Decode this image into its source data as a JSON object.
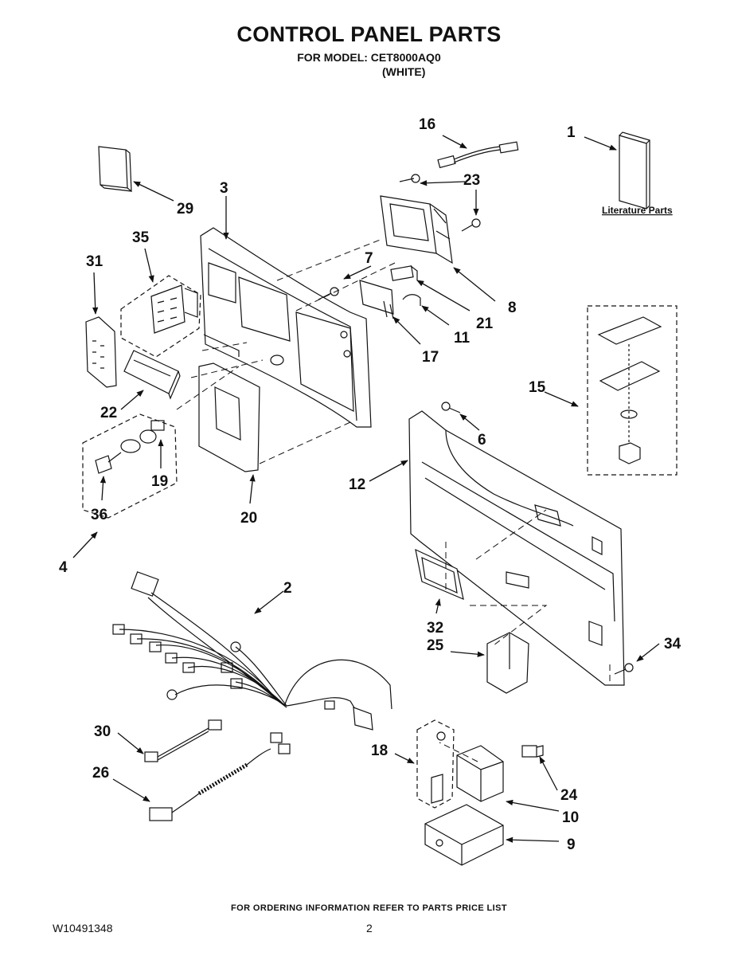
{
  "header": {
    "title": "CONTROL PANEL PARTS",
    "model_line": "FOR MODEL: CET8000AQ0",
    "color_line": "(WHITE)"
  },
  "callouts": {
    "c1": "1",
    "c2": "2",
    "c3": "3",
    "c4": "4",
    "c6": "6",
    "c7": "7",
    "c8": "8",
    "c9": "9",
    "c10": "10",
    "c11": "11",
    "c12": "12",
    "c15": "15",
    "c16": "16",
    "c17": "17",
    "c18": "18",
    "c19": "19",
    "c20": "20",
    "c21": "21",
    "c22": "22",
    "c23": "23",
    "c24": "24",
    "c25": "25",
    "c26": "26",
    "c29": "29",
    "c30": "30",
    "c31": "31",
    "c32": "32",
    "c34": "34",
    "c35": "35",
    "c36": "36"
  },
  "literature_label": "Literature Parts",
  "footer": {
    "ordering_note": "FOR ORDERING INFORMATION REFER TO PARTS PRICE LIST",
    "document_id": "W10491348",
    "page_number": "2"
  }
}
